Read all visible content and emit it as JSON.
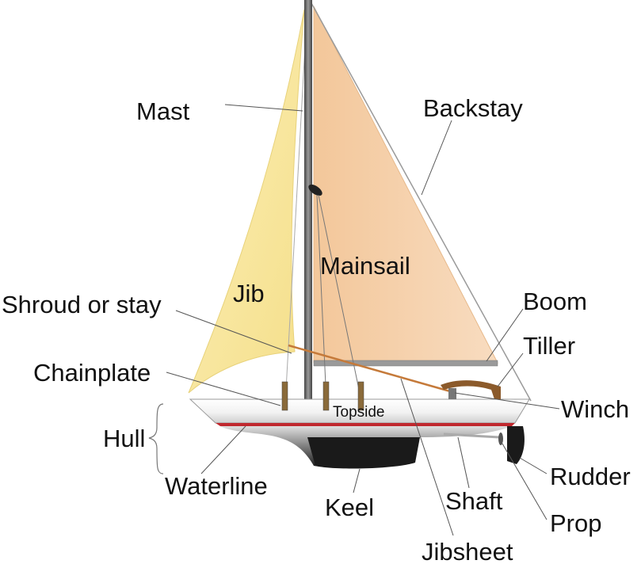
{
  "labels": {
    "mast": "Mast",
    "backstay": "Backstay",
    "mainsail": "Mainsail",
    "jib": "Jib",
    "shroud": "Shroud or stay",
    "boom": "Boom",
    "tiller": "Tiller",
    "chainplate": "Chainplate",
    "winch": "Winch",
    "topside": "Topside",
    "hull": "Hull",
    "waterline": "Waterline",
    "rudder": "Rudder",
    "keel": "Keel",
    "shaft": "Shaft",
    "prop": "Prop",
    "jibsheet": "Jibsheet"
  },
  "colors": {
    "jib": "#f7e7a0",
    "mainsail": "#f5c89a",
    "mast": "#6b6b6b",
    "keel": "#1a1a1a",
    "waterline_stripe": "#c0282e",
    "tiller": "#8b5a2b",
    "boom": "#9a9a9a"
  }
}
